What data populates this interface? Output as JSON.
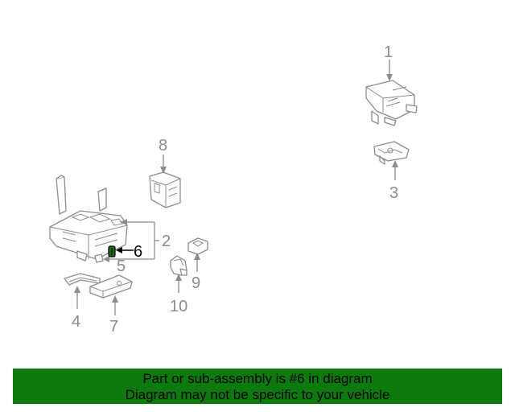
{
  "diagram": {
    "callouts": [
      "1",
      "2",
      "3",
      "4",
      "5",
      "6",
      "7",
      "8",
      "9",
      "10"
    ],
    "highlighted": "6"
  },
  "banner": {
    "line1": "Part or sub-assembly is #6 in diagram",
    "line2": "Diagram may not be specific to your vehicle",
    "color": "#0c7a0c"
  }
}
